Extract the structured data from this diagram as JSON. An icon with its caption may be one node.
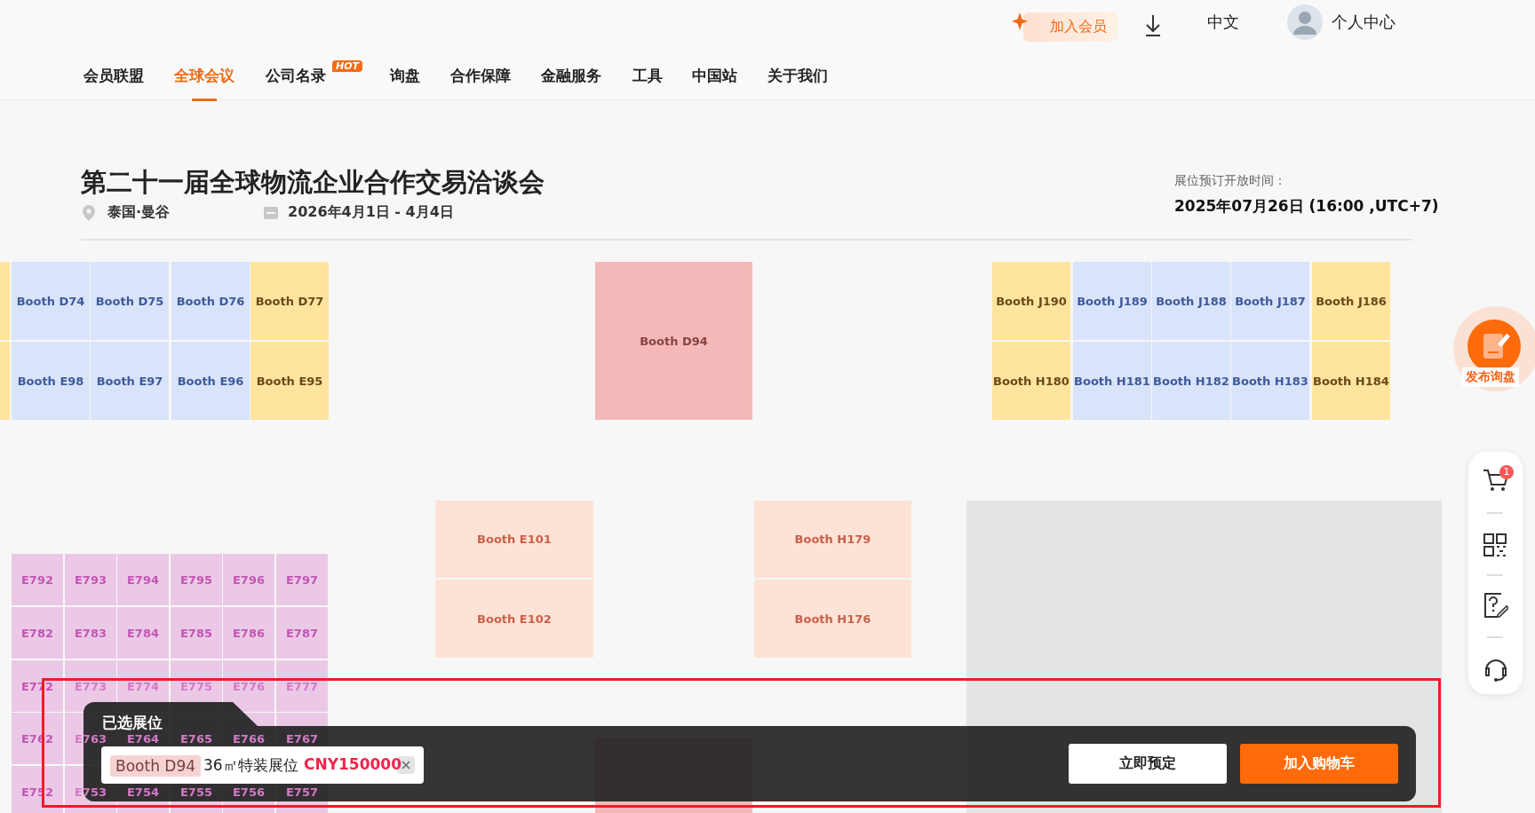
{
  "diagram": {
    "title": "第二十一届全球物流企业合作交易洽谈会",
    "nodes": [
      {
        "text": [],
        "shape": "box"
      },
      {
        "text": [
          "Booth D74"
        ]
      },
      {
        "text": [
          "Booth D75"
        ]
      },
      {
        "text": [
          "Booth D76"
        ]
      },
      {
        "text": [
          "Booth D77"
        ]
      },
      {
        "text": [
          "Booth D94"
        ]
      },
      {
        "text": [
          "Booth J190"
        ]
      },
      {
        "text": [
          "Booth J189"
        ]
      },
      {
        "text": [
          "Booth J188"
        ]
      },
      {
        "text": [
          "Booth J187"
        ]
      },
      {
        "text": [
          "Booth J186"
        ]
      },
      {
        "text": [],
        "shape": "box"
      },
      {
        "text": [
          "Booth E98"
        ]
      },
      {
        "text": [
          "Booth E97"
        ]
      },
      {
        "text": [
          "Booth E96"
        ]
      },
      {
        "text": [
          "Booth E95"
        ]
      },
      {
        "text": [
          "Booth H180"
        ]
      },
      {
        "text": [
          "Booth H181"
        ]
      },
      {
        "text": [
          "Booth H182"
        ]
      },
      {
        "text": [
          "Booth H183"
        ]
      },
      {
        "text": [
          "Booth H184"
        ]
      },
      {
        "text": [
          "Booth E101"
        ]
      },
      {
        "text": [
          "Booth H179"
        ]
      },
      {
        "text": [],
        "shape": "box"
      },
      {
        "text": [
          "Booth E102"
        ]
      },
      {
        "text": [
          "Booth H176"
        ]
      },
      {
        "text": [
          "E792"
        ]
      },
      {
        "text": [
          "E793"
        ]
      },
      {
        "text": [
          "E794"
        ]
      },
      {
        "text": [
          "E795"
        ]
      },
      {
        "text": [
          "E796"
        ]
      },
      {
        "text": [
          "E797"
        ]
      },
      {
        "text": [
          "E782"
        ]
      },
      {
        "text": [
          "E783"
        ]
      },
      {
        "text": [
          "E784"
        ]
      },
      {
        "text": [
          "E785"
        ]
      },
      {
        "text": [
          "E786"
        ]
      },
      {
        "text": [
          "E787"
        ]
      },
      {
        "text": [
          "E772"
        ]
      },
      {
        "text": [
          "E773"
        ]
      },
      {
        "text": [
          "E774"
        ]
      },
      {
        "text": [
          "E775"
        ]
      },
      {
        "text": [
          "E776"
        ]
      },
      {
        "text": [
          "E777"
        ]
      },
      {
        "text": [
          "E762"
        ]
      },
      {
        "text": [
          "E763"
        ]
      },
      {
        "text": [
          "E764"
        ]
      },
      {
        "text": [
          "E765"
        ]
      },
      {
        "text": [
          "E766"
        ]
      },
      {
        "text": [
          "E767"
        ]
      },
      {
        "text": [
          "E752"
        ]
      },
      {
        "text": [
          "E753"
        ]
      },
      {
        "text": [
          "E754"
        ]
      },
      {
        "text": [
          "E755"
        ]
      },
      {
        "text": [
          "E756"
        ]
      },
      {
        "text": [
          "E757"
        ]
      },
      {
        "text": [],
        "shape": "box"
      }
    ],
    "labels": [
      "加入会员",
      "中文",
      "个人中心",
      "会员联盟",
      "全球会议",
      "公司名录",
      "HOT",
      "询盘",
      "合作保障",
      "金融服务",
      "工具",
      "中国站",
      "关于我们",
      "泰国·曼谷",
      "2026年4月1日 - 4月4日",
      "展位预订开放时间：",
      "2025年07月26日 (16:00 ,UTC+7)",
      "发布询盘",
      "1",
      "已选展位",
      "Booth D94",
      "36㎡特装展位",
      "CNY150000",
      "立即预定",
      "加入购物车"
    ]
  }
}
